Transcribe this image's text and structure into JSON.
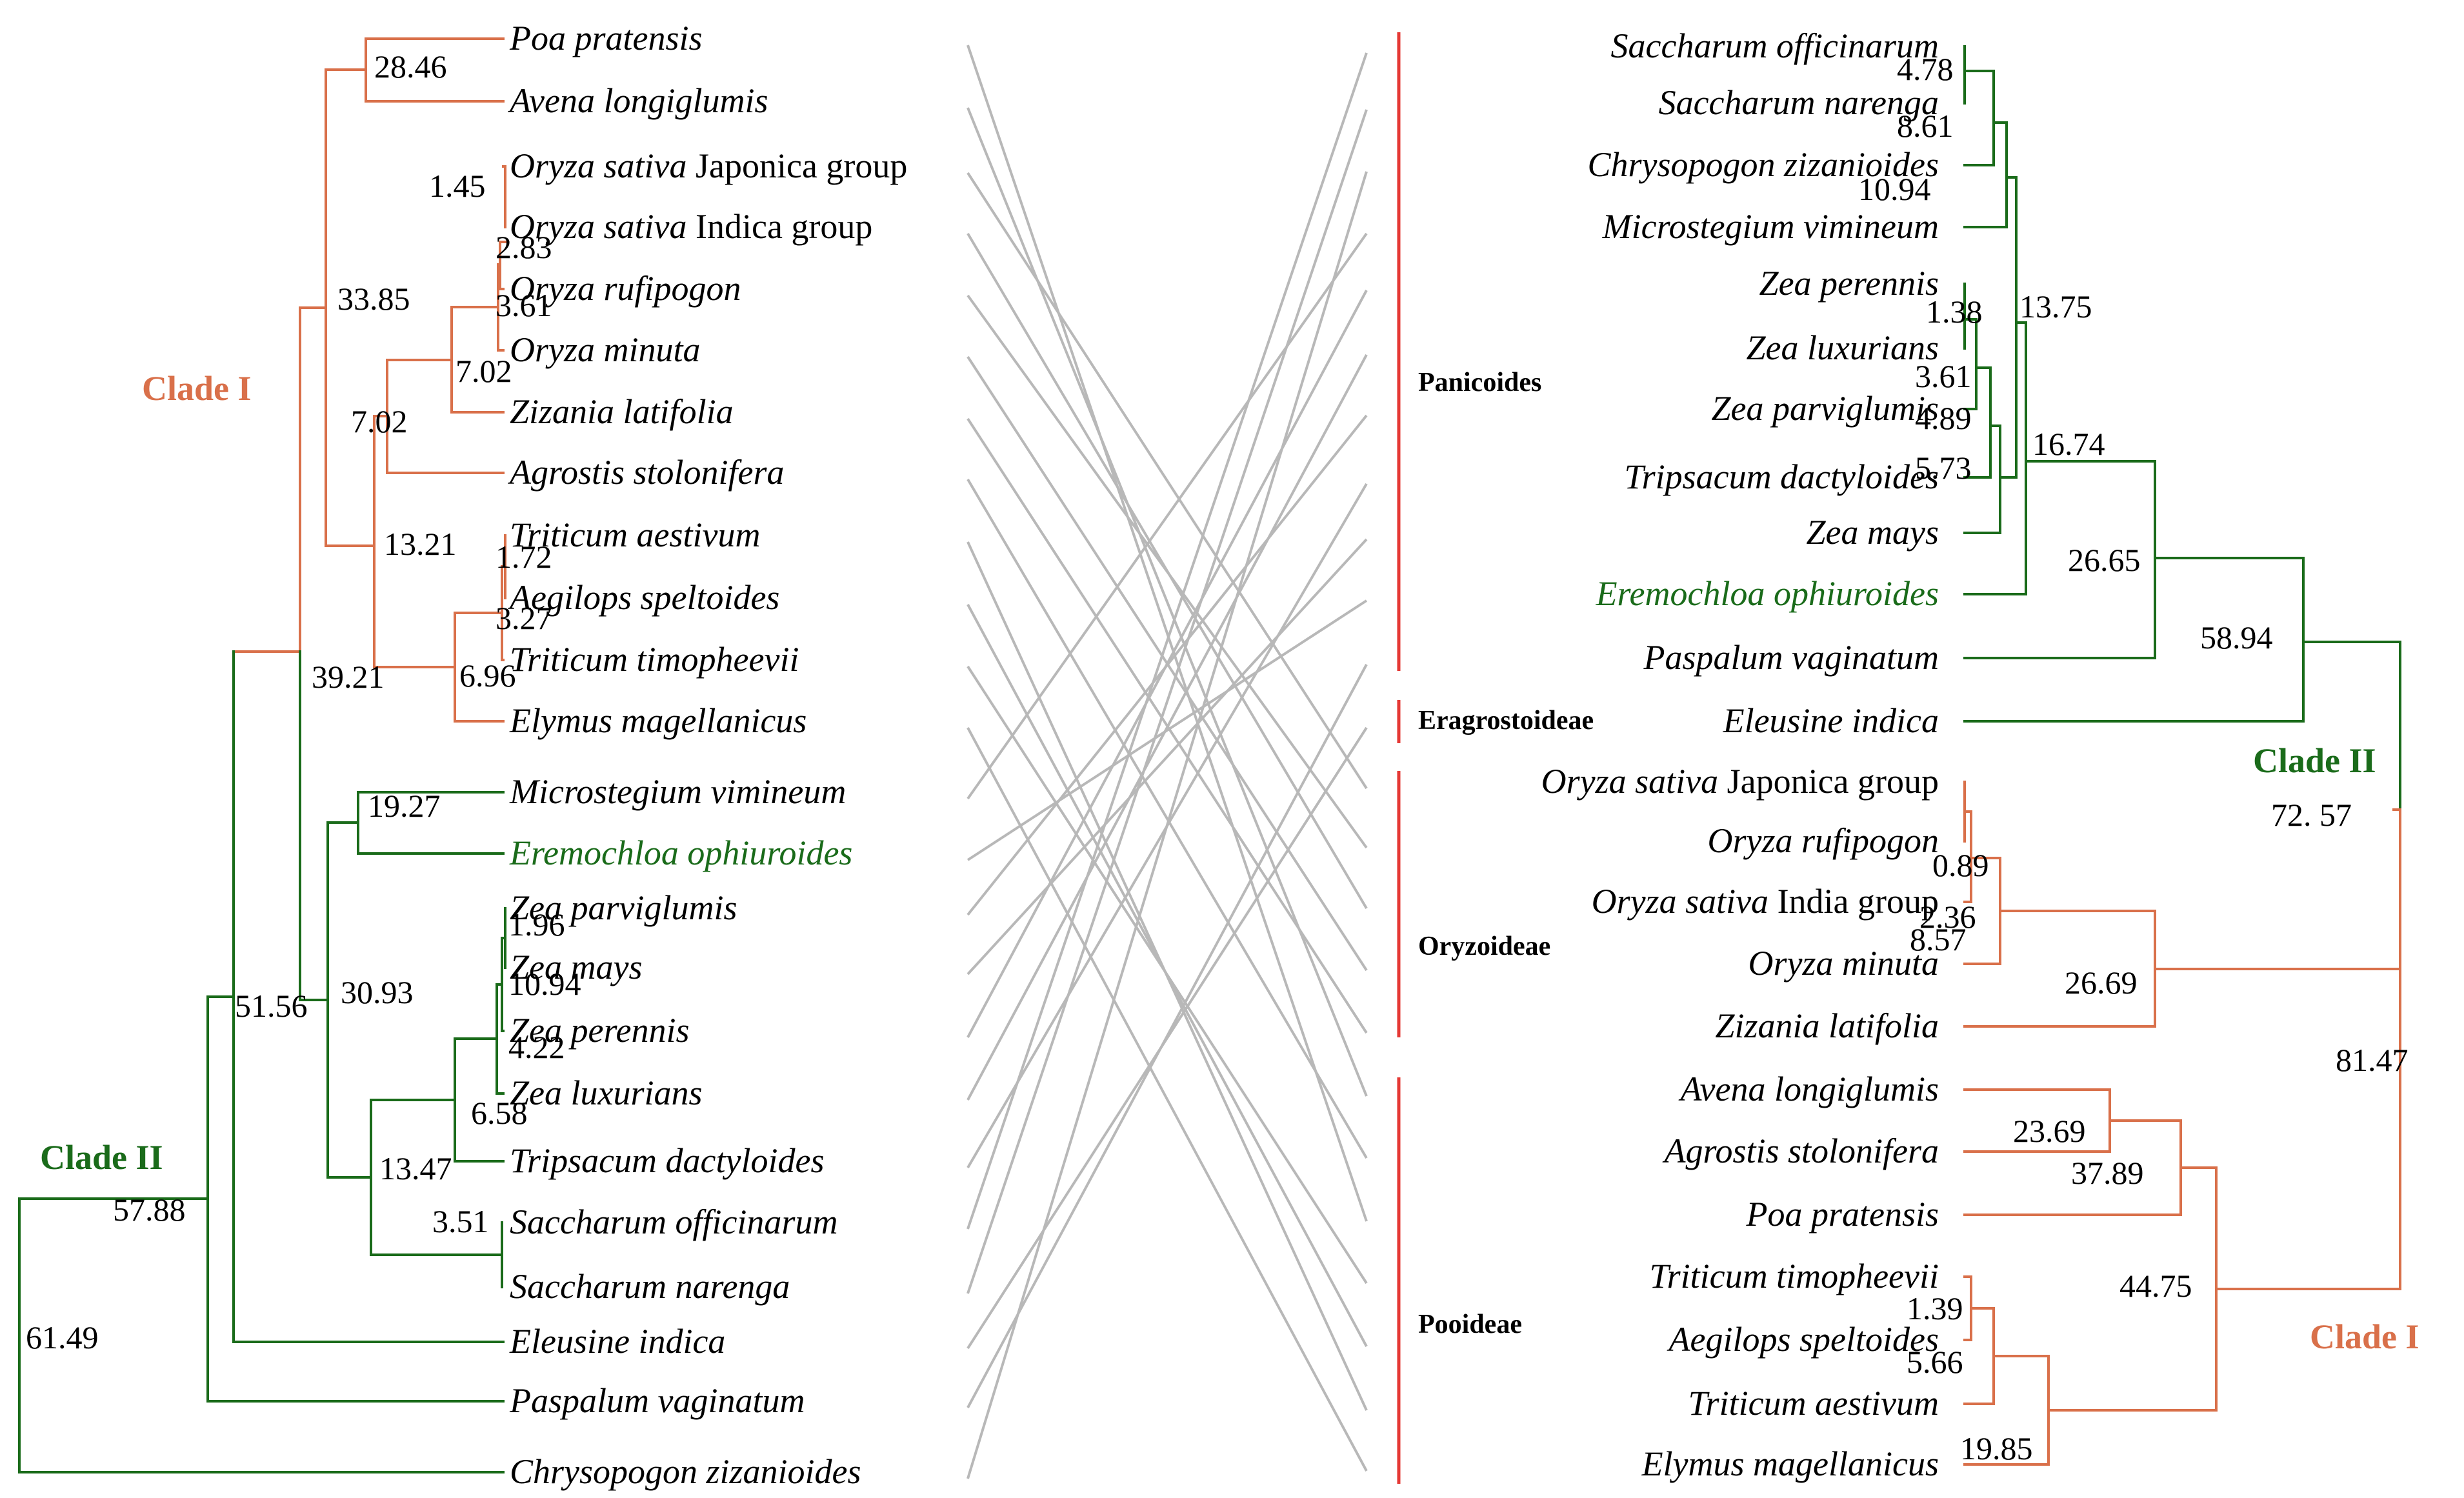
{
  "colors": {
    "clade_one": "#d9704a",
    "clade_two": "#1a6b1a",
    "subfamily_bar": "#e53935",
    "tanglegram_line": "#b8b8b8",
    "highlight_taxon": "#1a6b1a"
  },
  "left_tree": {
    "taxa": [
      {
        "parts": [
          {
            "t": "Poa pratensis",
            "i": true
          }
        ]
      },
      {
        "parts": [
          {
            "t": "Avena longiglumis",
            "i": true
          }
        ]
      },
      {
        "parts": [
          {
            "t": "Oryza sativa",
            "i": true
          },
          {
            "t": " Japonica group",
            "i": false
          }
        ]
      },
      {
        "parts": [
          {
            "t": "Oryza sativa",
            "i": true
          },
          {
            "t": " Indica group",
            "i": false
          }
        ]
      },
      {
        "parts": [
          {
            "t": "Oryza rufipogon",
            "i": true
          }
        ]
      },
      {
        "parts": [
          {
            "t": "Oryza minuta",
            "i": true
          }
        ]
      },
      {
        "parts": [
          {
            "t": "Zizania latifolia",
            "i": true
          }
        ]
      },
      {
        "parts": [
          {
            "t": "Agrostis stolonifera",
            "i": true
          }
        ]
      },
      {
        "parts": [
          {
            "t": "Triticum aestivum",
            "i": true
          }
        ]
      },
      {
        "parts": [
          {
            "t": "Aegilops speltoides",
            "i": true
          }
        ]
      },
      {
        "parts": [
          {
            "t": "Triticum timopheevii",
            "i": true
          }
        ]
      },
      {
        "parts": [
          {
            "t": "Elymus magellanicus",
            "i": true
          }
        ]
      },
      {
        "parts": [
          {
            "t": "Microstegium vimineum",
            "i": true
          }
        ]
      },
      {
        "parts": [
          {
            "t": "Eremochloa ophiuroides",
            "i": true
          }
        ],
        "highlight": true
      },
      {
        "parts": [
          {
            "t": "Zea parviglumis",
            "i": true
          }
        ]
      },
      {
        "parts": [
          {
            "t": "Zea mays",
            "i": true
          }
        ]
      },
      {
        "parts": [
          {
            "t": "Zea perennis",
            "i": true
          }
        ]
      },
      {
        "parts": [
          {
            "t": "Zea luxurians",
            "i": true
          }
        ]
      },
      {
        "parts": [
          {
            "t": "Tripsacum dactyloides",
            "i": true
          }
        ]
      },
      {
        "parts": [
          {
            "t": "Saccharum officinarum",
            "i": true
          }
        ]
      },
      {
        "parts": [
          {
            "t": "Saccharum narenga",
            "i": true
          }
        ]
      },
      {
        "parts": [
          {
            "t": "Eleusine indica",
            "i": true
          }
        ]
      },
      {
        "parts": [
          {
            "t": "Paspalum vaginatum",
            "i": true
          }
        ]
      },
      {
        "parts": [
          {
            "t": "Chrysopogon zizanioides",
            "i": true
          }
        ]
      }
    ],
    "support_values": [
      "28.46",
      "1.45",
      "2.83",
      "3.61",
      "33.85",
      "7.02",
      "7.02",
      "13.21",
      "1.72",
      "3.27",
      "6.96",
      "39.21",
      "19.27",
      "1.96",
      "10.94",
      "4.22",
      "6.58",
      "30.93",
      "51.56",
      "13.47",
      "3.51",
      "57.88",
      "61.49"
    ],
    "clade_labels": [
      "Clade I",
      "Clade II"
    ]
  },
  "right_tree": {
    "taxa": [
      {
        "parts": [
          {
            "t": "Saccharum officinarum",
            "i": true
          }
        ]
      },
      {
        "parts": [
          {
            "t": "Saccharum narenga",
            "i": true
          }
        ]
      },
      {
        "parts": [
          {
            "t": "Chrysopogon zizanioides",
            "i": true
          }
        ]
      },
      {
        "parts": [
          {
            "t": "Microstegium vimineum",
            "i": true
          }
        ]
      },
      {
        "parts": [
          {
            "t": "Zea perennis",
            "i": true
          }
        ]
      },
      {
        "parts": [
          {
            "t": "Zea luxurians",
            "i": true
          }
        ]
      },
      {
        "parts": [
          {
            "t": "Zea parviglumis",
            "i": true
          }
        ]
      },
      {
        "parts": [
          {
            "t": "Tripsacum dactyloides",
            "i": true
          }
        ]
      },
      {
        "parts": [
          {
            "t": "Zea mays",
            "i": true
          }
        ]
      },
      {
        "parts": [
          {
            "t": "Eremochloa ophiuroides",
            "i": true
          }
        ],
        "highlight": true
      },
      {
        "parts": [
          {
            "t": "Paspalum vaginatum",
            "i": true
          }
        ]
      },
      {
        "parts": [
          {
            "t": "Eleusine indica",
            "i": true
          }
        ]
      },
      {
        "parts": [
          {
            "t": "Oryza sativa",
            "i": true
          },
          {
            "t": " Japonica group",
            "i": false
          }
        ]
      },
      {
        "parts": [
          {
            "t": "Oryza rufipogon",
            "i": true
          }
        ]
      },
      {
        "parts": [
          {
            "t": "Oryza sativa",
            "i": true
          },
          {
            "t": " India group",
            "i": false
          }
        ]
      },
      {
        "parts": [
          {
            "t": "Oryza minuta",
            "i": true
          }
        ]
      },
      {
        "parts": [
          {
            "t": "Zizania latifolia",
            "i": true
          }
        ]
      },
      {
        "parts": [
          {
            "t": "Avena longiglumis",
            "i": true
          }
        ]
      },
      {
        "parts": [
          {
            "t": "Agrostis stolonifera",
            "i": true
          }
        ]
      },
      {
        "parts": [
          {
            "t": "Poa pratensis",
            "i": true
          }
        ]
      },
      {
        "parts": [
          {
            "t": "Triticum timopheevii",
            "i": true
          }
        ]
      },
      {
        "parts": [
          {
            "t": "Aegilops speltoides",
            "i": true
          }
        ]
      },
      {
        "parts": [
          {
            "t": "Triticum aestivum",
            "i": true
          }
        ]
      },
      {
        "parts": [
          {
            "t": "Elymus magellanicus",
            "i": true
          }
        ]
      }
    ],
    "support_values": [
      "4.78",
      "8.61",
      "10.94",
      "1.38",
      "3.61",
      "4.89",
      "5.73",
      "13.75",
      "16.74",
      "26.65",
      "58.94",
      "0.89",
      "2.36",
      "8.57",
      "26.69",
      "72. 57",
      "23.69",
      "37.89",
      "1.39",
      "5.66",
      "19.85",
      "44.75",
      "81.47"
    ],
    "clade_labels": [
      "Clade II",
      "Clade I"
    ],
    "subfamilies": [
      "Panicoides",
      "Eragrostoideae",
      "Oryzoideae",
      "Pooideae"
    ]
  }
}
